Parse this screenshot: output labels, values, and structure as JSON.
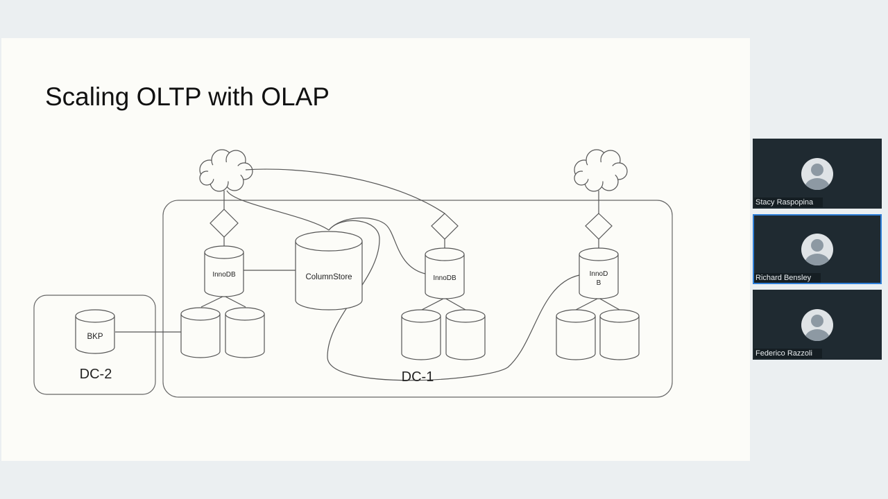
{
  "slide": {
    "title": "Scaling OLTP with OLAP",
    "labels": {
      "innodb_left": "InnoDB",
      "columnstore": "ColumnStore",
      "innodb_mid": "InnoDB",
      "innodb_right_line1": "InnoD",
      "innodb_right_line2": "B",
      "bkp": "BKP",
      "dc1": "DC-1",
      "dc2": "DC-2"
    }
  },
  "participants": [
    {
      "name": "Stacy Raspopina",
      "active": false
    },
    {
      "name": "Richard Bensley",
      "active": true
    },
    {
      "name": "Federico Razzoli",
      "active": false
    }
  ],
  "colors": {
    "page_background": "#ebeff1",
    "slide_background": "#fcfcf8",
    "tile_background": "#1f2a31",
    "active_speaker_border": "#2f7fd8"
  }
}
